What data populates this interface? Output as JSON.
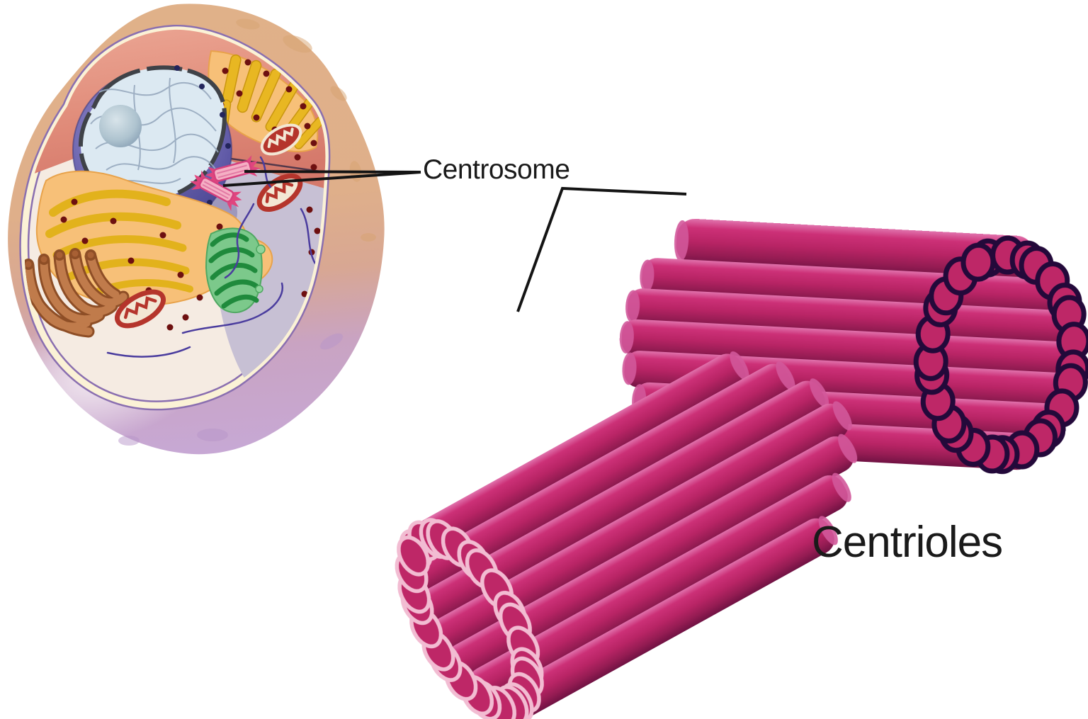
{
  "figure": {
    "type": "biology-diagram",
    "subject": "Animal cell centrosome and centrioles"
  },
  "labels": {
    "centrosome": "Centrosome",
    "centrioles": "Centrioles"
  },
  "palette": {
    "label_text": "#1a1a1a",
    "leader_line": "#141414",
    "centriole_base": "#BE2767",
    "centriole_highlight": "#E072AC",
    "centriole_shadow": "#701243",
    "centriole_cap": "#D1589A",
    "centriole_ring_fill": "#BE2767",
    "ring_outline_dark": "#23093A",
    "ring_outline_light": "#F2BCD2",
    "cell_body_tan": "#DFAF85",
    "cell_body_purple": "#C7A8D4",
    "membrane_cream": "#FBF2D6",
    "membrane_purple": "#8A6FB0",
    "cytosol": "#F5EBE2",
    "cut_face_salmon": "#E08B79",
    "cytosol_shaded": "#C7C0D4",
    "nucleus_purple": "#6F68B5",
    "nucleoplasm": "#DCE9F2",
    "nucleolus": "#AEC3CF",
    "er_orange": "#F7C078",
    "er_yellow": "#E8B722",
    "ribosome_dot": "#6E1010",
    "golgi_green_light": "#7CC98B",
    "golgi_green_dark": "#1F8A3C",
    "mitochondrion_red": "#B5352C",
    "mitochondrion_cream": "#F3E7D4",
    "sac_brown": "#C07B4B",
    "filament_purple": "#4A3C9E",
    "small_centriole_pink": "#F5AFC4",
    "small_centriole_magenta": "#E0457E"
  }
}
